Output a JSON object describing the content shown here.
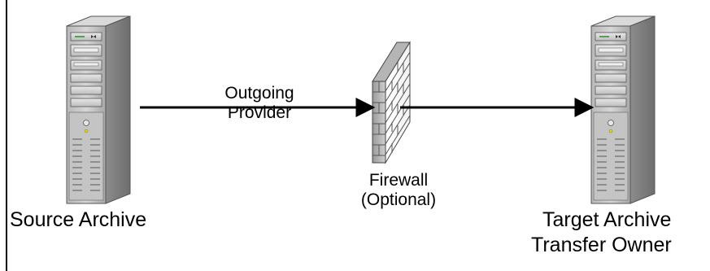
{
  "diagram": {
    "source_label": "Source Archive",
    "target_label_line1": "Target Archive",
    "target_label_line2": "Transfer Owner",
    "provider_label_line1": "Outgoing",
    "provider_label_line2": "Provider",
    "firewall_label_line1": "Firewall",
    "firewall_label_line2": "(Optional)"
  },
  "icons": {
    "source": "server-tower-icon",
    "target": "server-tower-icon",
    "firewall": "brick-wall-icon"
  }
}
